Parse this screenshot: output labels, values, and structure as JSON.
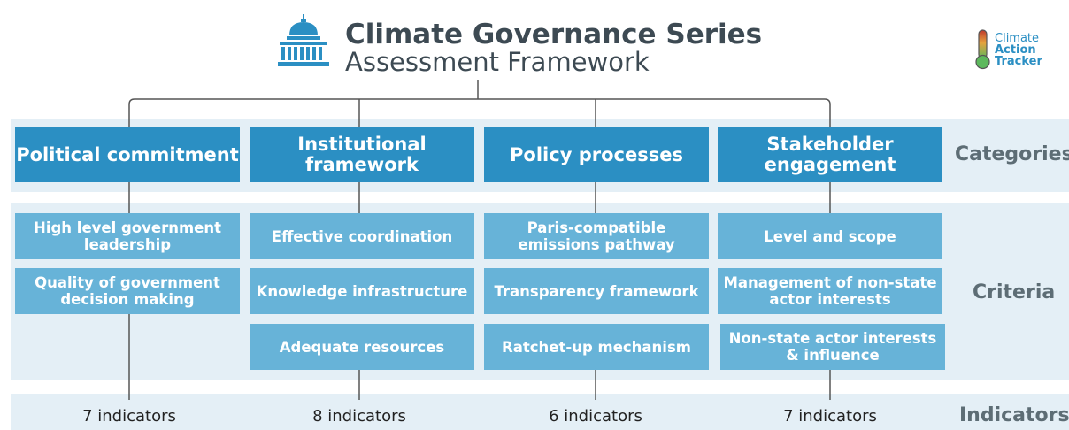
{
  "header": {
    "title": "Climate Governance Series",
    "subtitle": "Assessment Framework"
  },
  "logo": {
    "line1": "Climate",
    "line2": "Action",
    "line3": "Tracker"
  },
  "row_labels": {
    "categories": "Categories",
    "criteria": "Criteria",
    "indicators": "Indicators"
  },
  "categories": [
    {
      "label": "Political commitment",
      "criteria": [
        "High level government leadership",
        "Quality of government decision making"
      ],
      "indicators": "7 indicators"
    },
    {
      "label": "Institutional framework",
      "criteria": [
        "Effective coordination",
        "Knowledge infrastructure",
        "Adequate resources"
      ],
      "indicators": "8 indicators"
    },
    {
      "label": "Policy processes",
      "criteria": [
        "Paris-compatible emissions pathway",
        "Transparency framework",
        "Ratchet-up mechanism"
      ],
      "indicators": "6 indicators"
    },
    {
      "label": "Stakeholder engagement",
      "criteria": [
        "Level and scope",
        "Management of non-state actor interests",
        "Non-state actor interests & influence"
      ],
      "indicators": "7 indicators"
    }
  ],
  "colors": {
    "category": "#2b8fc3",
    "criterion": "#67b3d8",
    "band": "#e4eff6",
    "connector": "#555555"
  }
}
